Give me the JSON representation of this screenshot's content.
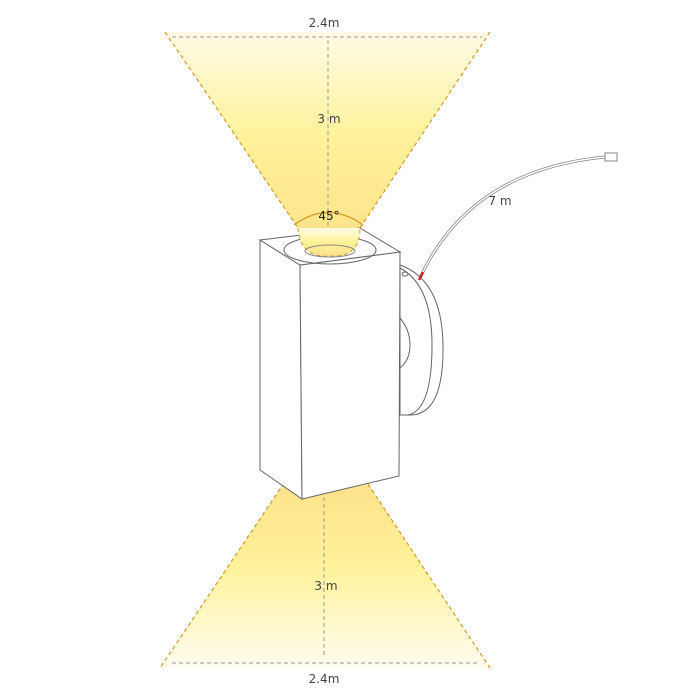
{
  "labels": {
    "top_width": "2.4m",
    "top_distance": "3 m",
    "beam_angle": "45°",
    "cable_length": "7 m",
    "bottom_distance": "3 m",
    "bottom_width": "2.4m"
  },
  "colors": {
    "beam_strong": "#fde68a",
    "beam_mid": "#fff39a",
    "beam_edge": "#d99a2b",
    "outline": "#666666",
    "dimension": "#999999",
    "cable_tip": "#d62020"
  }
}
